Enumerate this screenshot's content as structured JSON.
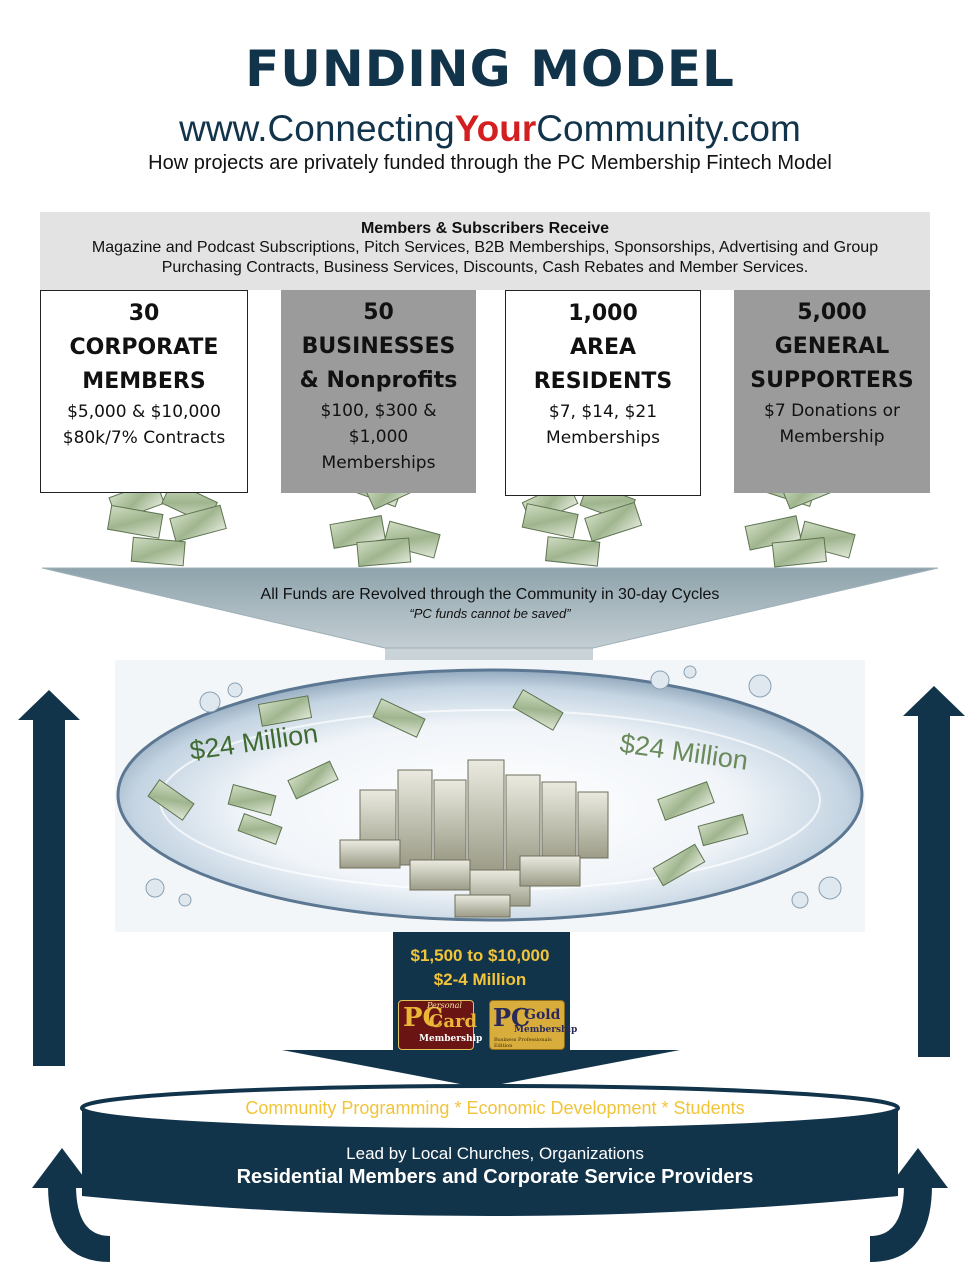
{
  "header": {
    "title": "FUNDING MODEL",
    "url_pre": "www.Connecting",
    "url_hi": "Your",
    "url_post": "Community.com",
    "subtitle": "How projects are privately funded through the PC Membership Fintech Model"
  },
  "receive": {
    "heading": "Members & Subscribers Receive",
    "body": "Magazine and Podcast Subscriptions, Pitch Services, B2B Memberships, Sponsorships, Advertising and Group Purchasing Contracts, Business Services, Discounts, Cash Rebates and Member Services."
  },
  "tiers": [
    {
      "line1": "30",
      "line2": "CORPORATE",
      "line3": "MEMBERS",
      "detail1": "$5,000 & $10,000",
      "detail2": "$80k/7% Contracts",
      "detail3": ""
    },
    {
      "line1": "50",
      "line2": "BUSINESSES",
      "line3": "& Nonprofits",
      "detail1": "$100, $300 &",
      "detail2": "$1,000",
      "detail3": "Memberships"
    },
    {
      "line1": "1,000",
      "line2": "AREA",
      "line3": "RESIDENTS",
      "detail1": "$7, $14, $21",
      "detail2": "Memberships",
      "detail3": ""
    },
    {
      "line1": "5,000",
      "line2": "GENERAL",
      "line3": "SUPPORTERS",
      "detail1": "$7 Donations or",
      "detail2": "Membership",
      "detail3": ""
    }
  ],
  "funnel": {
    "text": "All Funds are Revolved through the Community in 30-day Cycles",
    "quote": "“PC funds cannot be saved”"
  },
  "pool": {
    "left_amount": "$24 Million",
    "right_amount": "$24 Million"
  },
  "output": {
    "line1": "$1,500 to $10,000",
    "line2": "$2-4 Million"
  },
  "cards": {
    "card1_brand": "PC",
    "card1_name": "Card",
    "card1_top": "Personal",
    "card1_label": "Membership",
    "card2_brand": "PC",
    "card2_name": "Gold",
    "card2_label": "Membership",
    "card2_sub": "Business Professionals Edition"
  },
  "base": {
    "programs": "Community Programming  *  Economic Development  *  Students",
    "lead": "Lead by Local Churches, Organizations",
    "members": "Residential Members and Corporate Service Providers"
  },
  "colors": {
    "navy": "#12344a",
    "accent_red": "#d31f1f",
    "gold": "#f2c43a",
    "box_gray": "#9b9b9b"
  }
}
